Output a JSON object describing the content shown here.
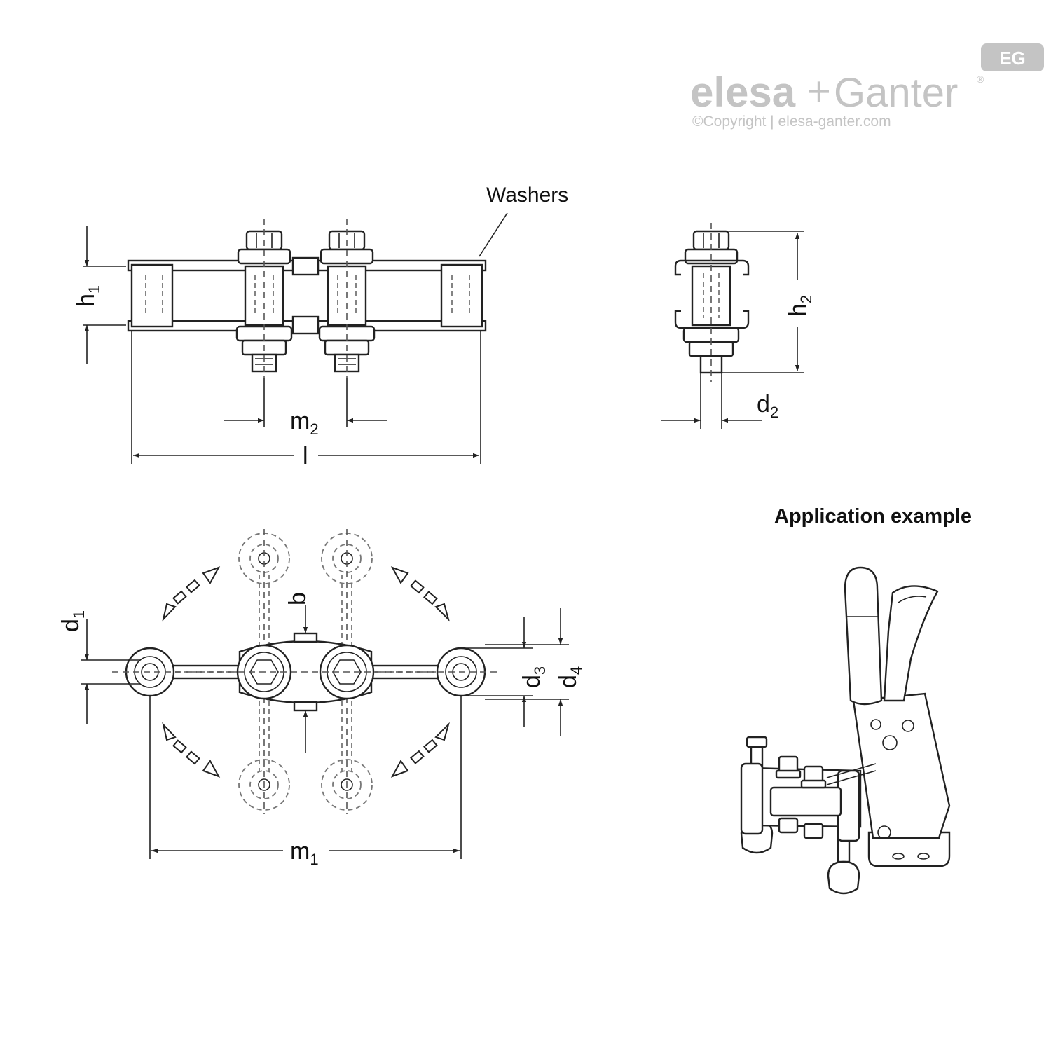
{
  "brand": {
    "badge": "EG",
    "name_part1": "elesa",
    "plus": "+",
    "name_part2": "Ganter",
    "registered": "®",
    "copyright": "©Copyright | elesa-ganter.com",
    "color": "#c4c4c4"
  },
  "labels": {
    "washers": "Washers",
    "application_example": "Application example"
  },
  "dimensions": {
    "h1": {
      "main": "h",
      "sub": "1"
    },
    "h2": {
      "main": "h",
      "sub": "2"
    },
    "m2": {
      "main": "m",
      "sub": "2"
    },
    "l": {
      "main": "l"
    },
    "d2": {
      "main": "d",
      "sub": "2"
    },
    "d1": {
      "main": "d",
      "sub": "1"
    },
    "b": {
      "main": "b"
    },
    "d3": {
      "main": "d",
      "sub": "3"
    },
    "d4": {
      "main": "d",
      "sub": "4"
    },
    "m1": {
      "main": "m",
      "sub": "1"
    }
  }
}
